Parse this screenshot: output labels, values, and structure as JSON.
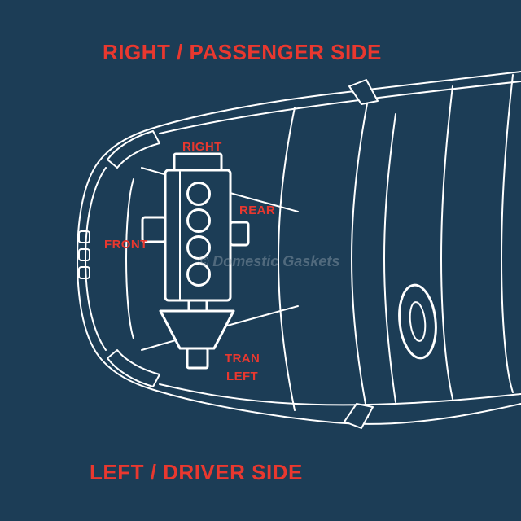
{
  "colors": {
    "background": "#1C3D56",
    "line": "#FFFFFF",
    "accent_red": "#E9382F",
    "watermark": "#9AA8B4"
  },
  "titles": {
    "top": "RIGHT / PASSENGER SIDE",
    "bottom": "LEFT / DRIVER SIDE"
  },
  "engine_labels": {
    "top": "RIGHT",
    "rear": "REAR",
    "front": "FRONT",
    "tran_line1": "TRAN",
    "tran_line2": "LEFT"
  },
  "watermark": "© Domestic Gaskets"
}
